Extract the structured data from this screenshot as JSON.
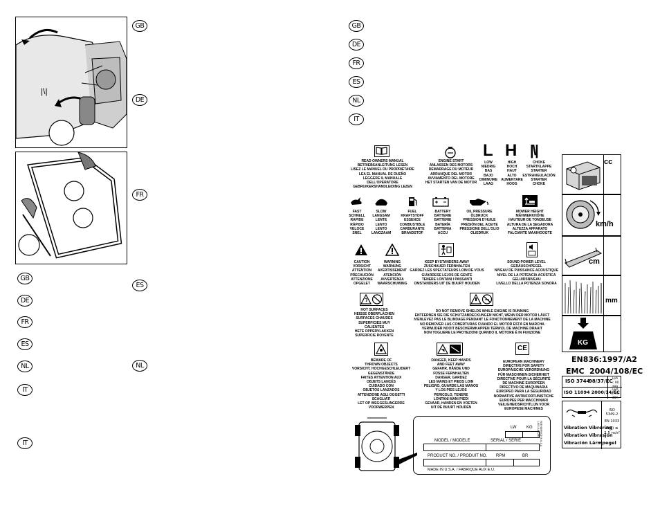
{
  "left_langs": [
    "GB",
    "DE",
    "FR",
    "ES",
    "NL",
    "IT",
    "IT"
  ],
  "mid_langs": [
    "GB",
    "DE",
    "FR",
    "ES",
    "NL"
  ],
  "right_langs": [
    "GB",
    "DE",
    "FR",
    "ES",
    "NL",
    "IT"
  ],
  "figures": {
    "fig1_choke_symbol": "|\\|"
  },
  "symbols": {
    "read_manual": "READ OWNERS MANUAL\nBETRIEBSANLEITUNG LESEN\nLISEZ LE MANUEL DU PROPRIÉTAIRE\nLEA EL MANUAL DE DUEÑO\nLEGGERE IL MANUALE DELL'OPERATORE\nGEBRUIKERSHANDLEIDING LEZEN",
    "engine_start": "ENGINE START\nANLASSEN DES MOTORS\nDÉMARRAGE DU MOTEUR\nARRANQUE DEL MOTOR\nAVVIAMENTO DEL MOTORE\nHET STARTEN VAN DE MOTOR",
    "low_letter": "L",
    "low": "LOW\nNIEDRIG\nBAS\nBAJO\nDIMINUIRE\nLAAG",
    "high_letter": "H",
    "high": "HIGH\nHOCH\nHAUT\nALTO\nAUMENTARE\nHOOG",
    "choke_symbol": "|\\|",
    "choke": "CHOKE\nSTARTKLAPPE\nSTARTER\nESTRANGULACIÓN\nSTARTER\nCHOKE",
    "fast": "FAST\nSCHNELL\nRAPIDE\nRÁPIDO\nVELOCE\nSNEL",
    "slow": "SLOW\nLANGSAM\nLENTE\nLENTO\nLENTO\nLANGZAAM",
    "fuel": "FUEL\nKRAFTSTOFF\nESSENCE\nCOMBUSTIBLE\nCARBURANTE\nBRANDSTOF",
    "battery": "BATTERY\nBATTERIE\nBATTERIE\nBATERÍA\nBATTERIA\nACCU",
    "oil_pressure": "OIL PRESSURE\nÖLDRUCK\nPRESSION D'HUILE\nPRESIÓN DEL ACEITE\nPRESSIONE DELL'OLIO\nOLIEDRUK",
    "mower_height": "MOWER HEIGHT\nMÄHWERKHÖHE\nHAUTEUR DE TONDEUSE\nALTURA DE LA SEGADORA\nALTEZZA APPARATO\nFALCIANTE MAAIHOOGTE",
    "caution": "CAUTION\nVORSICHT\nATTENTION\nPRECAUCIÓN\nATTENZIONE\nOPGELET",
    "warning": "WARNING\nWARNUNG\nAVERTISSEMENT\nATENCIÓN\nAVVERTENZA\nWAARSCHUWING",
    "bystanders": "KEEP BYSTANDERS AWAY\nZUSCHAUER FERNHALTEN\nGARDEZ LES SPECTATEURS LOIN DE VOUS\nGUARDESE LEJOS DE GENTE\nTENERE LONTANI I PASSANTI\nOMSTANDERS UIT DE BUURT HOUDEN",
    "sound_power": "SOUND POWER LEVEL\nGERÄUSCHPEGEL\nNIVEAU DE PUISSANCE ACOUSTIQUE\nNIVEL DE LA POTENCIA ACÚSTICA\nGELUIDSNIVEAU\nLIVELLO DELLA POTENZA SONORA",
    "hot_surfaces": "HOT SURFACES\nHEISSE OBERFLÄCHEN\nSURFACES CHAUDES\nSUPERFICIES MUY CALIENTES\nHETE OPPERVLAKKEN\nSUPERFICIE ROVENTE",
    "shields": "DO NOT REMOVE SHIELDS WHILE ENGINE IS RUNNING\nENTFERNEN SIE DIE SCHUTZABDECKUNGEN NICHT, WENN DER MOTOR LÄUFT\nN'ENLEVEZ PAS LE BLINDAGE PENDANT LE FONCTIONNEMENT DE LA MACHINE\nNO REMOVER LAS COBERTURAS CUANDO EL MOTOR ESTÁ EN MARCHA\nVERWIJDER NOOIT BESCHERMKAPPEN TERWIJL DE MACHINE DRAAIT\nNON TOGLIERE LE PROTEZIONI QUANDO IL MOTORE È IN FUNZIONE",
    "thrown_objects": "BEWARE OF\nTHROWN OBJECTS\nVORSICHT, HOCHGESCHLEUDERT\nGEGENSTÄNDE\nFAITES ATTENTION AUX\nOBJETS LANCÉS\nCUIDADO CON\nOBJETOS LANZADOS\nATTENZIONE AGLI OGGETTI\nSCAGLIATI\nLET OP WEGGESLINGERDE\nVOORWERPEN",
    "hands_feet": "DANGER, KEEP HANDS\nAND FEET AWAY\nGEFAHR, HÄNDE UND\nFÜSSE FERNHALTEN\nDANGER, GARDEZ\nLES MAINS ET PIEDS LOIN\nPELIGRO, GUARDE LAS MANOS\nY LOS PIES LEJOS\nPERICOLO, TENERE\nLONTANI MANI PIEDI\nGEVAAR, HANDEN EN VOETEN\nUIT DE BUURT HOUDEN",
    "ce_mark": "CE",
    "machinery_directive": "EUROPEAN MACHINERY\nDIRECTIVE FOR SAFETY\nEUROPÄISCHE VERORDNUNG\nFÜR MASCHINEN-SICHERHEIT\nDIRECTIVE POUR LA SÉCURITÉ\nDE MACHINE EUROPÉEN\nDIRECTIVO DE MAQUINARIA\nEUROPEO PARA LA SEGURIDAD\nNORMATIVE ANTINFORTUNISTICHE\nEUROPEE PER MACCHINARI\nVEILIGHEIDSRICHTLIJN VOOR\nEUROPESE MACHINES"
  },
  "plate": {
    "lw": "LW",
    "kg": "KG",
    "model": "MODEL / MODELE",
    "serial": "SERIAL / SERIE",
    "product": "PRODUCT NO. / PRODUIT NO.",
    "rpm": "RPM",
    "br": "BR",
    "made_in": "MADE IN U.S.A. / FABRIQUE AUX E.U.",
    "side_note": "FOR SERVICE IN U.S.A.\n1-800-4-A-CART"
  },
  "spec_table": {
    "cc": "cc",
    "kmh": "km/h",
    "cm": "cm",
    "mm": "mm",
    "kg": "KG",
    "en": "EN836:1997/A2",
    "emc_label": "EMC",
    "emc_value": "2004/108/EC",
    "iso1_label": "ISO 3744",
    "iso1_dir": "98/37/EC",
    "iso1_val": "LpA\n< 90 dBA",
    "iso2_label": "ISO 11094 2000/14/EC",
    "iso2_val": "LwA\n< 99 dBA",
    "vib_rows": [
      "Vibration  Vibrering",
      "Vibration  Vibrasjon",
      "Vibración Lärmpegel"
    ],
    "vib_std1": "ISO\n5349-2",
    "vib_std2": "EN 1033",
    "vib_val": "A(8) ≤\n2.5 m/s²"
  },
  "colors": {
    "ink": "#000000",
    "panel": "#dcdcdc",
    "paper": "#ffffff"
  }
}
